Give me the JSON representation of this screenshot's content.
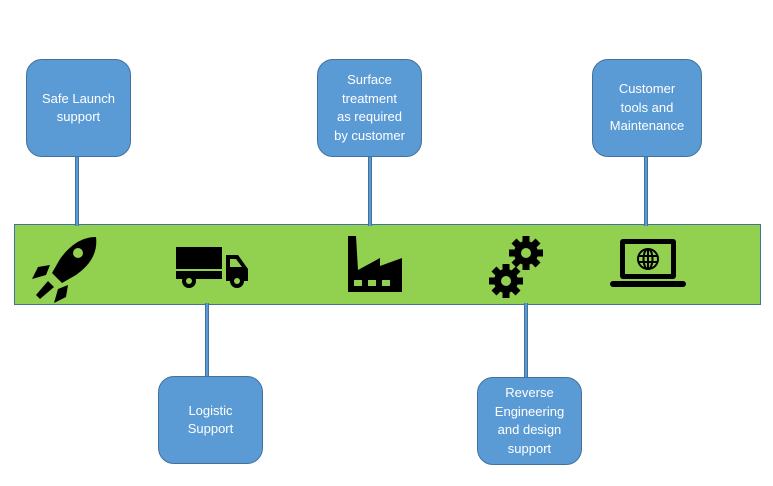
{
  "diagram": {
    "title": "",
    "colors": {
      "band_fill": "#92d050",
      "box_fill": "#5b9bd5",
      "box_border": "#41719c",
      "icon": "#000000",
      "text": "#ffffff"
    },
    "steps": [
      {
        "label": "Safe Launch support",
        "lines": [
          "Safe Launch",
          "support"
        ],
        "icon": "rocket-icon",
        "position": "above"
      },
      {
        "label": "Logistic Support",
        "lines": [
          "Logistic",
          "Support"
        ],
        "icon": "truck-icon",
        "position": "below"
      },
      {
        "label": "Surface treatment as required by customer",
        "lines": [
          "Surface",
          "treatment",
          "as required",
          "by customer"
        ],
        "icon": "factory-icon",
        "position": "above"
      },
      {
        "label": "Reverse Engineering and design support",
        "lines": [
          "Reverse",
          "Engineering",
          "and design",
          "support"
        ],
        "icon": "gears-icon",
        "position": "below"
      },
      {
        "label": "Customer tools and Maintenance",
        "lines": [
          "Customer",
          "tools and",
          "Maintenance"
        ],
        "icon": "laptop-globe-icon",
        "position": "above"
      }
    ]
  }
}
